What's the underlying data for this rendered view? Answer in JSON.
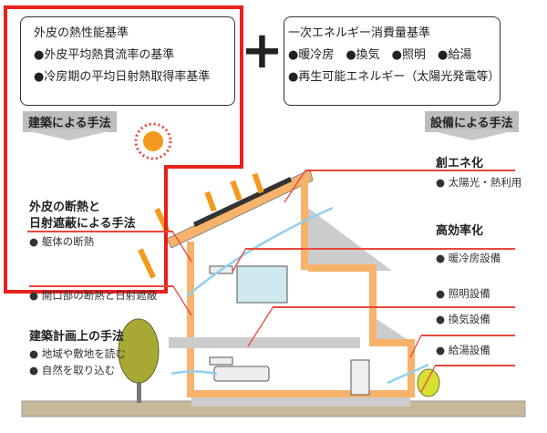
{
  "left_box": {
    "title": "外皮の熱性能基準",
    "items": [
      "●外皮平均熱貫流率の基準",
      "●冷房期の平均日射熱取得率基準"
    ]
  },
  "plus": "+",
  "right_box": {
    "title": "一次エネルギー消費量基準",
    "items": [
      "●暖冷房　●換気　●照明　●給湯",
      "●再生可能エネルギー（太陽光発電等）"
    ]
  },
  "tags": {
    "architecture": "建築による手法",
    "equipment": "設備による手法"
  },
  "left_labels": {
    "insulation_title1": "外皮の断熱と",
    "insulation_title2": "日射遮蔽による手法",
    "body_insulation": "● 躯体の断熱",
    "opening": "● 開口部の断熱と日射遮蔽",
    "planning_title": "建築計画上の手法",
    "planning_items": [
      "● 地域や敷地を読む",
      "● 自然を取り込む"
    ]
  },
  "right_labels": {
    "create_title": "創エネ化",
    "create_item": "● 太陽光・熱利用",
    "efficiency_title": "高効率化",
    "hvac": "● 暖冷房設備",
    "lighting": "● 照明設備",
    "ventilation": "● 換気設備",
    "hot_water": "● 給湯設備"
  },
  "colors": {
    "highlight": "#e8201c",
    "leader": "#e8483c",
    "insulation": "#f7b26b",
    "ground": "#c8b89a",
    "sun": "#f39a1e"
  }
}
